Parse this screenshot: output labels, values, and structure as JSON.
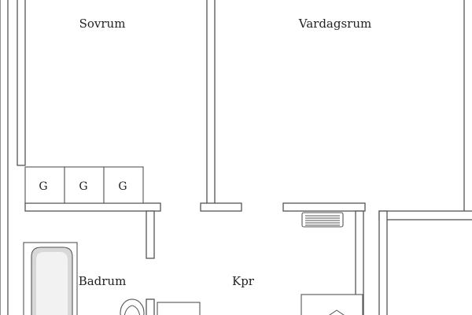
{
  "rooms": {
    "bedroom": "Sovrum",
    "living_room": "Vardagsrum",
    "bathroom": "Badrum",
    "hallway": "Kpr"
  },
  "wardrobes": [
    "G",
    "G",
    "G"
  ],
  "colors": {
    "wall_stroke": "#555555",
    "fill": "#ffffff",
    "text": "#222222",
    "tub_gray": "#d8d8d8"
  }
}
